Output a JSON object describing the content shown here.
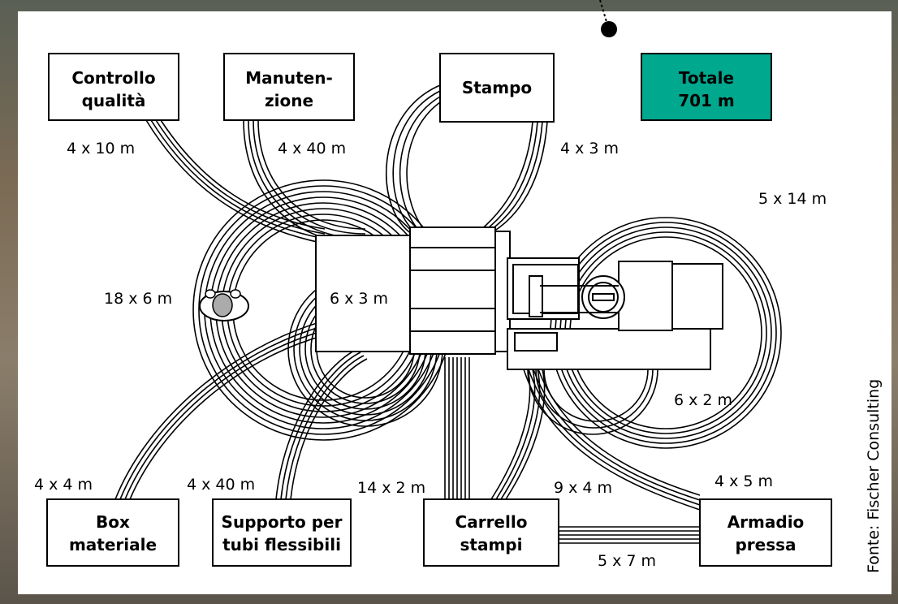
{
  "boxes": {
    "controllo": [
      "Controllo",
      "qualità"
    ],
    "manutenzione": [
      "Manuten-",
      "zione"
    ],
    "stampo": [
      "Stampo"
    ],
    "totale": [
      "Totale",
      "701 m"
    ],
    "box_materiale": [
      "Box",
      "materiale"
    ],
    "supporto": [
      "Supporto per",
      "tubi flessibili"
    ],
    "carrello": [
      "Carrello",
      "stampi"
    ],
    "armadio": [
      "Armadio",
      "pressa"
    ]
  },
  "measurements": {
    "controllo": "4 x 10 m",
    "manutenzione": "4 x 40 m",
    "stampo": "4 x 3 m",
    "big_loop": "5 x 14 m",
    "left_loop": "18 x 6 m",
    "center": "6 x 3 m",
    "small_right": "6 x 2 m",
    "box_materiale": "4 x 4 m",
    "supporto": "4 x 40 m",
    "carrello_down": "14 x 2 m",
    "carrello_armadio_top": "9 x 4 m",
    "armadio": "4 x 5 m",
    "carrello_armadio": "5 x 7 m"
  },
  "source": "Fonte: Fischer Consulting",
  "colors": {
    "totale_fill": "#00a88e",
    "panel": "#ffffff",
    "stroke": "#000000"
  }
}
